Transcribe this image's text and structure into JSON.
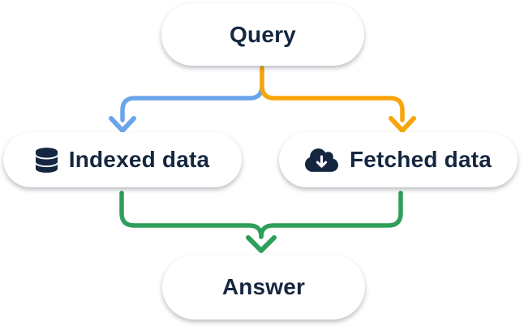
{
  "colors": {
    "navy": "#152740",
    "blue": "#6aa5e9",
    "orange": "#f8a50b",
    "green": "#2e9e5b",
    "node-bg": "#ffffff"
  },
  "nodes": {
    "query": {
      "label": "Query"
    },
    "indexed": {
      "label": "Indexed data",
      "icon": "database-icon"
    },
    "fetched": {
      "label": "Fetched data",
      "icon": "cloud-download-icon"
    },
    "answer": {
      "label": "Answer"
    }
  },
  "edges": [
    {
      "from": "Query",
      "to": "Indexed data",
      "color_key": "blue"
    },
    {
      "from": "Query",
      "to": "Fetched data",
      "color_key": "orange"
    },
    {
      "from": "Indexed data",
      "to": "Answer",
      "color_key": "green"
    },
    {
      "from": "Fetched data",
      "to": "Answer",
      "color_key": "green"
    }
  ]
}
